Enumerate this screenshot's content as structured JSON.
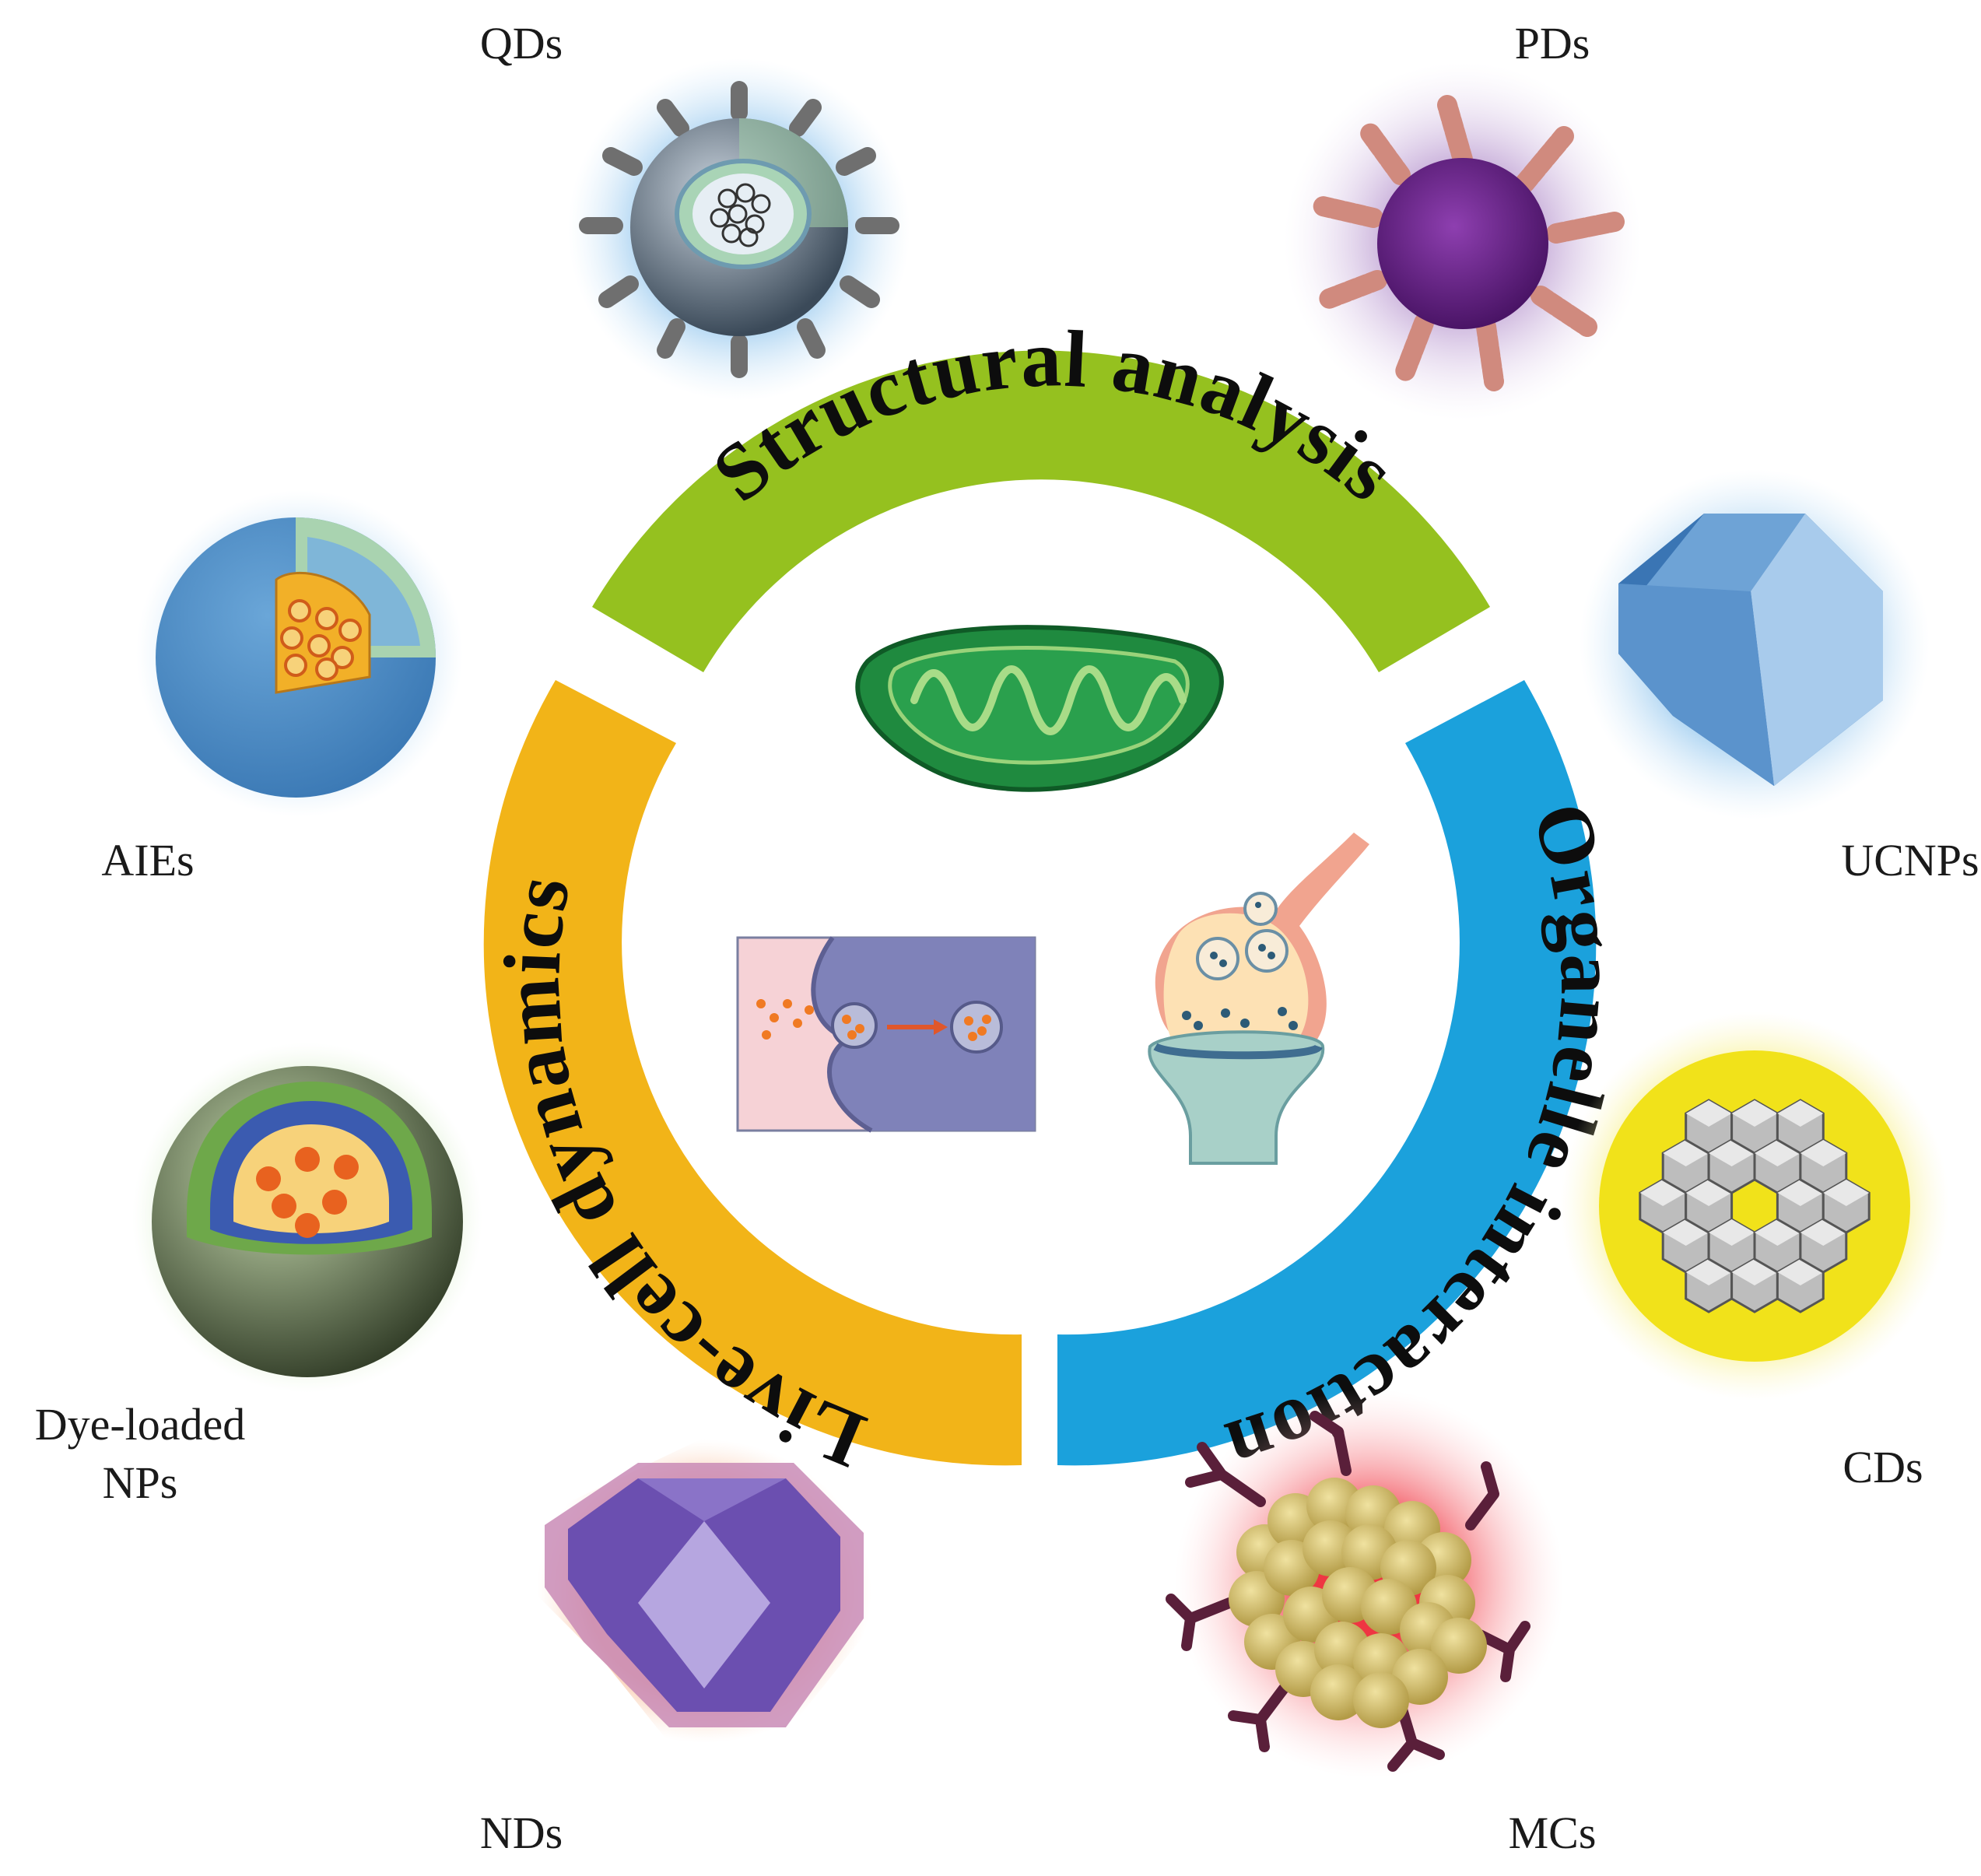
{
  "center_ring": {
    "segments": [
      {
        "label": "Structural analysis",
        "color": "#95c11f"
      },
      {
        "label": "Organelle interaction",
        "color": "#1ba1dc"
      },
      {
        "label": "Live-cell dynamics",
        "color": "#f2b418"
      }
    ]
  },
  "nanoparticles": {
    "qds": "QDs",
    "pds": "PDs",
    "aies": "AIEs",
    "ucnps": "UCNPs",
    "dye_loaded_line1": "Dye-loaded",
    "dye_loaded_line2": "NPs",
    "cds": "CDs",
    "nds": "NDs",
    "mcs": "MCs"
  },
  "icons": [
    "mitochondrion-icon",
    "synapse-icon",
    "endocytosis-icon"
  ]
}
